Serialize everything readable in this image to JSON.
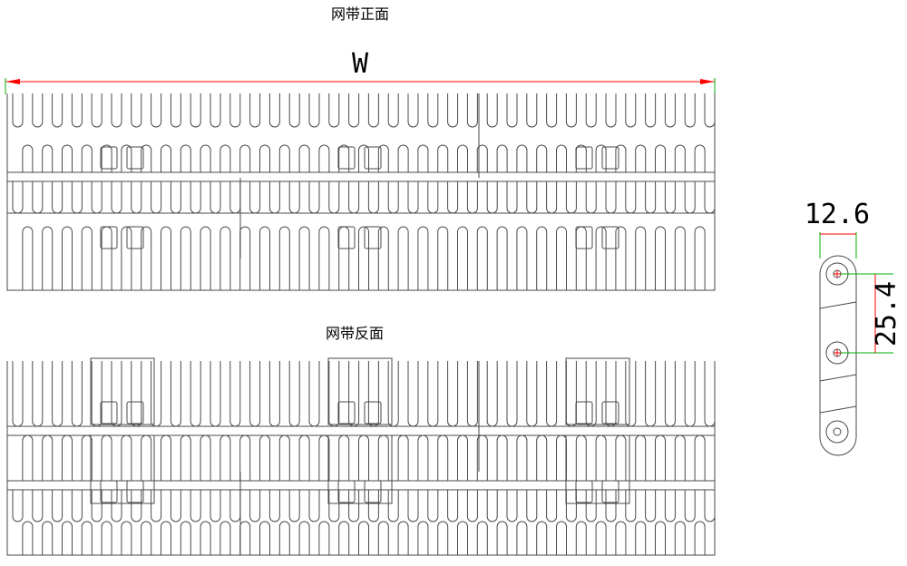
{
  "top_view_title": "网带正面",
  "bottom_view_title": "网带反面",
  "width_label": "W",
  "pitch_dimension": "25.4",
  "thickness_dimension": "12.6",
  "colors": {
    "outline": "#4a4a4a",
    "dimension_line": "#ff0000",
    "extension_line": "#00b000"
  }
}
